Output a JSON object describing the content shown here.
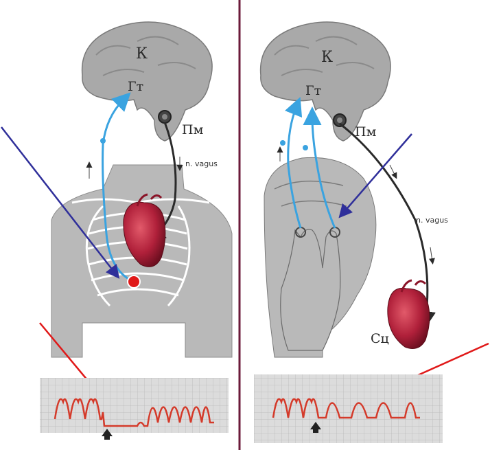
{
  "colors": {
    "divider": "#6b1a3a",
    "afferent_path": "#3aa3e0",
    "efferent_path": "#2a2a2a",
    "pointer_blue": "#2f2f9a",
    "pointer_red": "#e01818",
    "ecg_trace": "#d43a2a",
    "heart": "#b0203a",
    "body_gray": "#b9b9b9"
  },
  "left_panel": {
    "brain_label_cortex": "К",
    "brain_label_hypothalamus": "Гт",
    "brain_label_medulla": "Пм",
    "nerve_label": "n. vagus"
  },
  "right_panel": {
    "brain_label_cortex": "К",
    "brain_label_hypothalamus": "Гт",
    "brain_label_medulla": "Пм",
    "nerve_label": "n. vagus",
    "heart_label": "Сц"
  },
  "icons": {
    "left_heart": "heart-icon",
    "right_heart": "heart-icon",
    "brain": "brain-icon",
    "stimulus_marker": "arrow-up-icon"
  }
}
